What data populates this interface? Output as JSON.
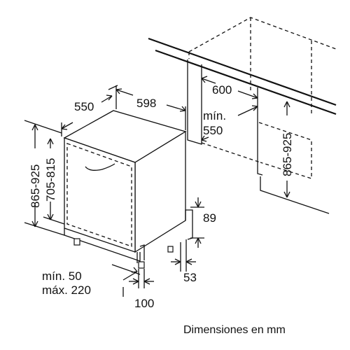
{
  "diagram": {
    "labels": {
      "width_depth": "550",
      "width_front": "598",
      "niche_width": "600",
      "niche_min_label": "mín.",
      "niche_min_value": "550",
      "height_total": "865-925",
      "height_inner": "705-815",
      "niche_height": "865-925",
      "plinth_height": "89",
      "plinth_offset": "53",
      "plinth_min": "mín. 50",
      "plinth_max": "máx. 220",
      "foot_depth": "100"
    },
    "caption": "Dimensiones en mm"
  }
}
